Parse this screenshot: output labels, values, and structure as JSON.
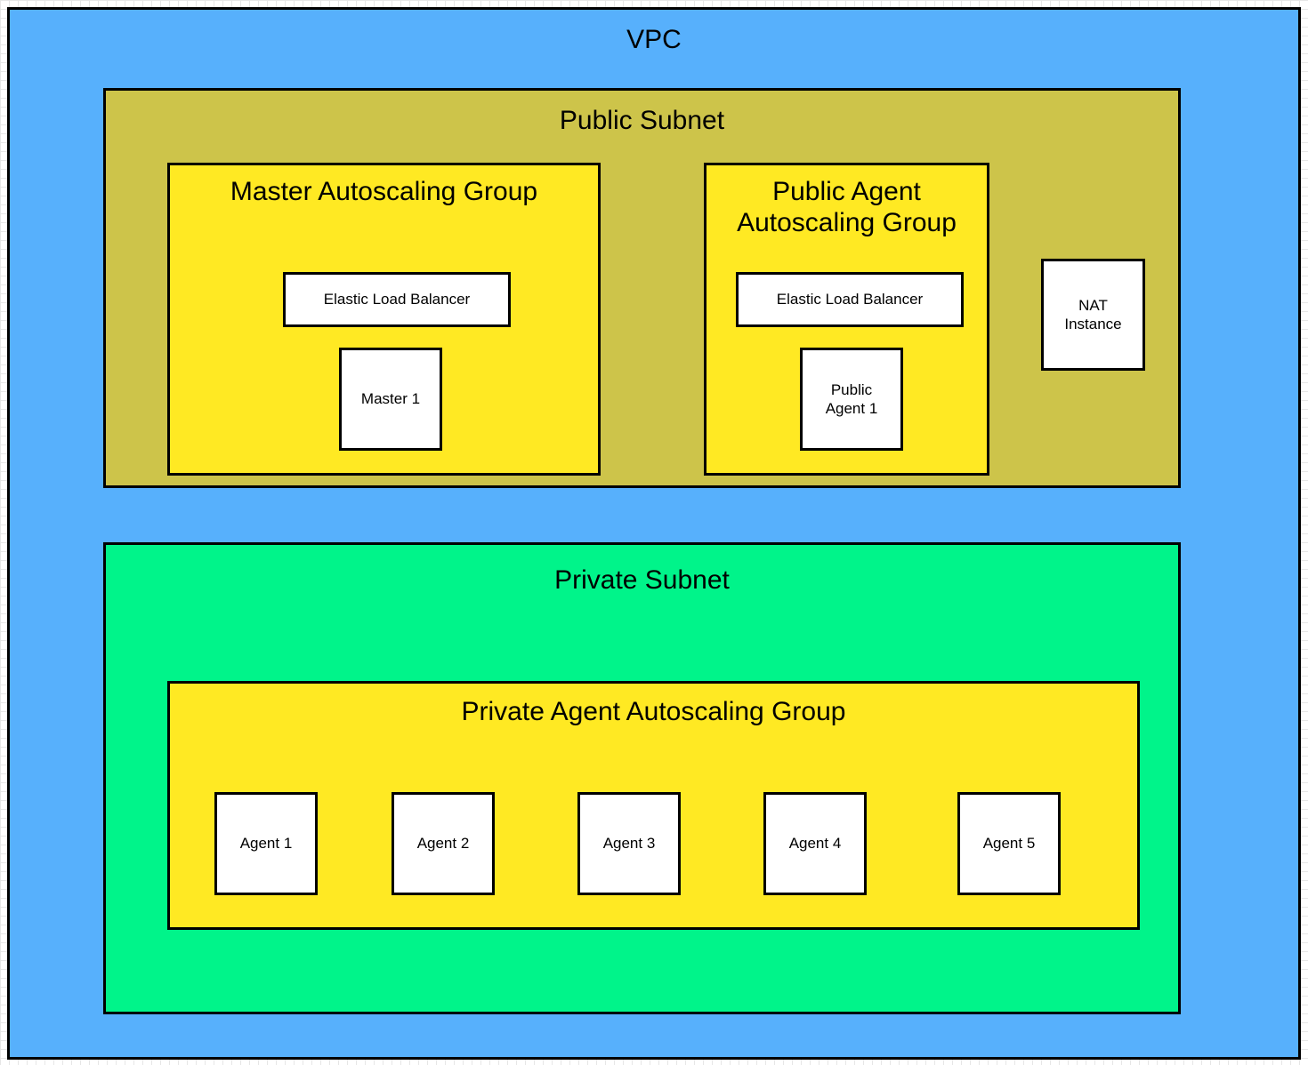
{
  "diagram": {
    "vpc": {
      "label": "VPC",
      "color": "#57b0fc",
      "public_subnet": {
        "label": "Public Subnet",
        "color": "#cdc44a",
        "master_asg": {
          "label": "Master Autoscaling Group",
          "color": "#ffe923",
          "nodes": [
            {
              "label": "Elastic Load Balancer"
            },
            {
              "label": "Master 1"
            }
          ]
        },
        "public_agent_asg": {
          "label": "Public Agent\nAutoscaling Group",
          "color": "#ffe923",
          "nodes": [
            {
              "label": "Elastic Load Balancer"
            },
            {
              "label": "Public\nAgent 1"
            }
          ]
        },
        "nat_instance": {
          "label": "NAT\nInstance"
        }
      },
      "private_subnet": {
        "label": "Private Subnet",
        "color": "#00f48a",
        "private_agent_asg": {
          "label": "Private Agent Autoscaling Group",
          "color": "#ffe923",
          "agents": [
            {
              "label": "Agent 1"
            },
            {
              "label": "Agent 2"
            },
            {
              "label": "Agent 3"
            },
            {
              "label": "Agent 4"
            },
            {
              "label": "Agent 5"
            }
          ]
        }
      }
    }
  }
}
